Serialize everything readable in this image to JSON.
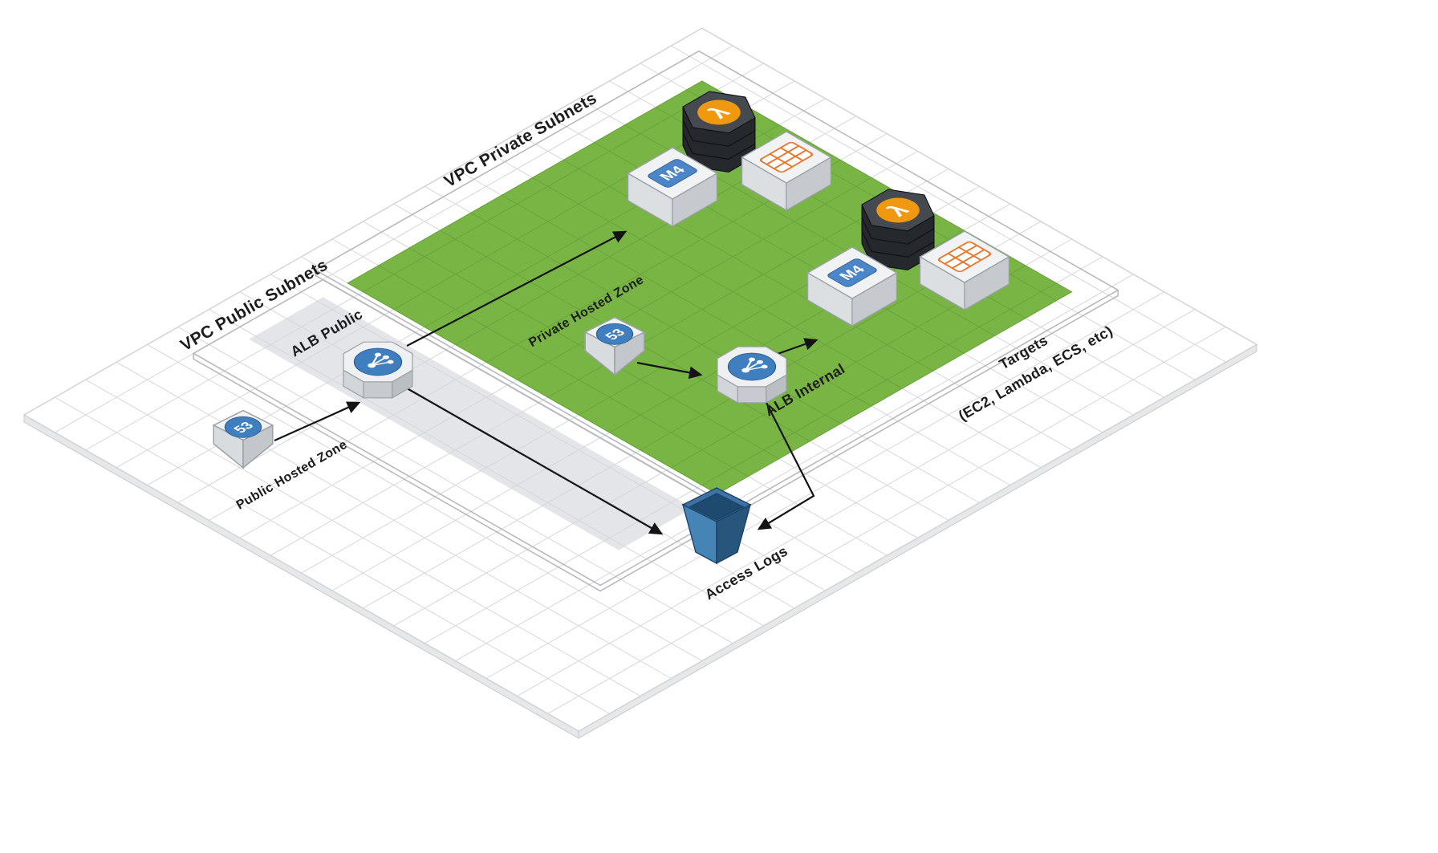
{
  "diagram": {
    "zones": {
      "vpc_private_label": "VPC Private Subnets",
      "vpc_public_label": "VPC Public Subnets"
    },
    "nodes": {
      "public_hosted_zone_label": "Public Hosted Zone",
      "alb_public_label": "ALB Public",
      "private_hosted_zone_label": "Private Hosted Zone",
      "alb_internal_label": "ALB Internal",
      "access_logs_label": "Access Logs",
      "targets_label_line1": "Targets",
      "targets_label_line2": "(EC2, Lambda, ECS, etc)"
    },
    "badges": {
      "route53": "53",
      "ec2_instance": "M4",
      "lambda": "λ"
    },
    "colors": {
      "private_subnet_green": "#79b544",
      "public_subnet_gray": "#e3e5e8",
      "aws_service_blue": "#3f7fbf",
      "instance_tag_blue": "#4a86c8",
      "lambda_orange": "#f0980f",
      "lambda_dark": "#25282c",
      "container_orange": "#e8772e",
      "bucket_blue": "#3d74a5",
      "arrow_black": "#141414"
    }
  }
}
